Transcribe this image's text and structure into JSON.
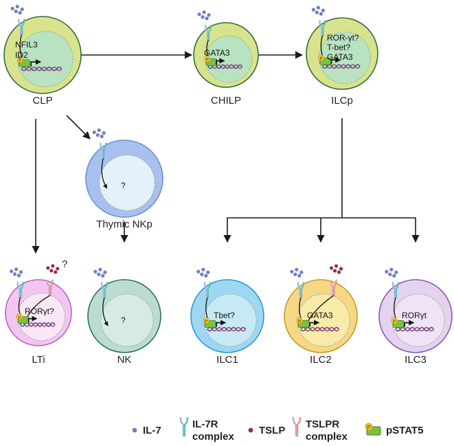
{
  "cells": {
    "clp": {
      "label": "CLP",
      "lines": [
        "NFIL3",
        "ID2"
      ]
    },
    "chilp": {
      "label": "CHILP",
      "lines": [
        "GATA3"
      ]
    },
    "ilcp": {
      "label": "ILCp",
      "lines": [
        "ROR-γt?",
        "T-bet?",
        "GATA3"
      ]
    },
    "thymic_nkp": {
      "label": "Thymic NKp",
      "lines": [
        "?"
      ]
    },
    "lti": {
      "label": "LTi",
      "lines": [
        "RORγt?"
      ],
      "extra": "?"
    },
    "nk": {
      "label": "NK",
      "lines": [
        "?"
      ]
    },
    "ilc1": {
      "label": "ILC1",
      "lines": [
        "Tbet?"
      ]
    },
    "ilc2": {
      "label": "ILC2",
      "lines": [
        "GATA3"
      ]
    },
    "ilc3": {
      "label": "ILC3",
      "lines": [
        "RORγt"
      ]
    }
  },
  "legend": {
    "il7": "IL-7",
    "il7r": [
      "IL-7R",
      "complex"
    ],
    "tslp": "TSLP",
    "tslpr": [
      "TSLPR",
      "complex"
    ],
    "pstat5": "pSTAT5",
    "p_letter": "P"
  },
  "colors": {
    "il7": "#6f7fc6",
    "tslp": "#9e2a45",
    "pstat5": "#7cc242",
    "arrow": "#1a1a1a"
  }
}
